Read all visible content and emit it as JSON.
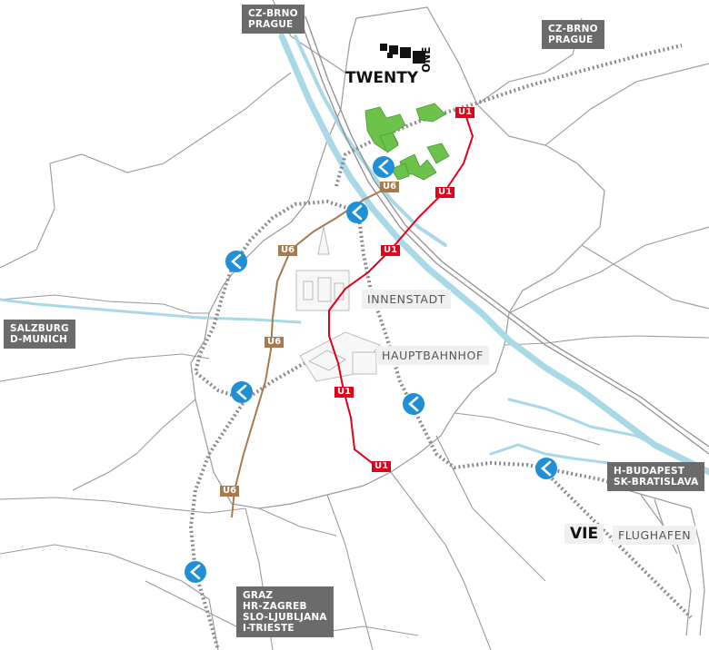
{
  "destinations": {
    "cz_brno_prague_left": [
      "CZ-BRNO",
      "PRAGUE"
    ],
    "cz_brno_prague_right": [
      "CZ-BRNO",
      "PRAGUE"
    ],
    "salzburg_munich": [
      "SALZBURG",
      "D-MUNICH"
    ],
    "budapest_bratislava": [
      "H-BUDAPEST",
      "SK-BRATISLAVA"
    ],
    "graz_south": [
      "GRAZ",
      "HR-ZAGREB",
      "SLO-LJUBLJANA",
      "I-TRIESTE"
    ]
  },
  "places": {
    "innenstadt": "INNENSTADT",
    "hauptbahnhof": "HAUPTBAHNHOF",
    "airport_code": "VIE",
    "airport_name": "FLUGHAFEN"
  },
  "logo": {
    "word1": "TWENTY",
    "word2": "ONE"
  },
  "lines": {
    "u1": "U1",
    "u6": "U6"
  },
  "icons": {
    "s_bahn": "s-bahn-icon",
    "logo_mark": "twenty-one-logo-icon"
  },
  "colors": {
    "u1": "#e2001a",
    "u6": "#a57a4e",
    "danube": "#a9d8e8",
    "s_bahn": "#1f8fd6",
    "green_buildings": "#6cc24a",
    "box": "#6b6b6b"
  }
}
